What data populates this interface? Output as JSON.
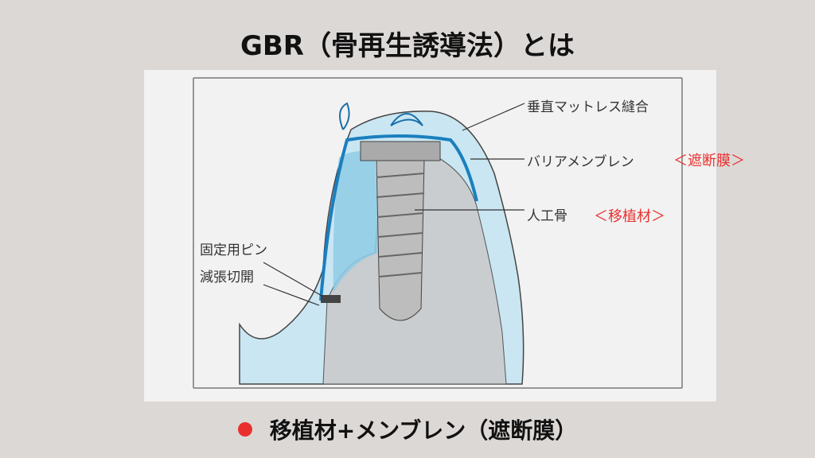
{
  "title": "GBR（骨再生誘導法）とは",
  "diagram": {
    "labels": {
      "suture": "垂直マットレス縫合",
      "membrane": "バリアメンブレン",
      "bone_graft": "人工骨",
      "pin": "固定用ピン",
      "incision": "減張切開"
    },
    "annotations": {
      "membrane_note": "＜遮断膜＞",
      "graft_note": "＜移植材＞"
    }
  },
  "bullet": {
    "text": "移植材+メンブレン（遮断膜）",
    "color": "#e8312f"
  }
}
